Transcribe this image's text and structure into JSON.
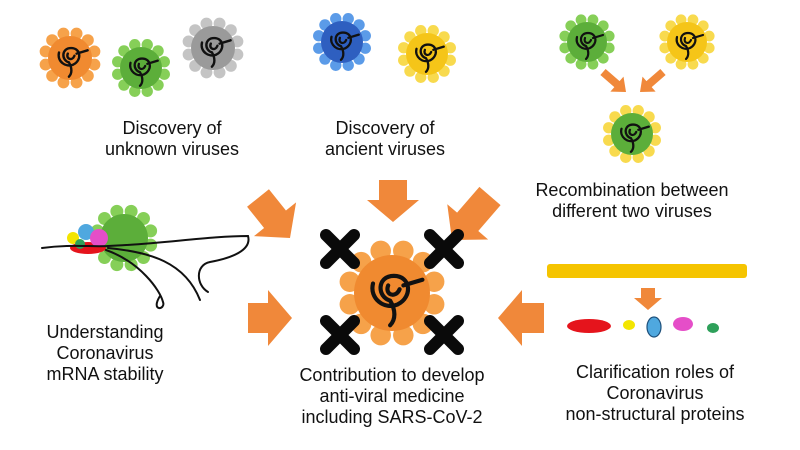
{
  "colors": {
    "orange": "#F08A30",
    "green": "#5CAE3A",
    "gray": "#9A9A9A",
    "blue": "#2E5FC0",
    "yellow": "#F5C518",
    "spike_orange": "#F6A24A",
    "spike_green": "#86CF58",
    "spike_gray": "#C4C4C4",
    "spike_blue": "#5B9BE8",
    "spike_yellow": "#F8DA4E",
    "arrow": "#F0883A",
    "bar": "#F5C400",
    "protein_red": "#E5141C",
    "protein_yellow": "#F3E500",
    "protein_blue": "#4FA8DF",
    "protein_magenta": "#E54EC8",
    "protein_green": "#2EA05A"
  },
  "labels": {
    "unknown": [
      "Discovery of",
      "unknown viruses"
    ],
    "ancient": [
      "Discovery of",
      "ancient viruses"
    ],
    "recombination": [
      "Recombination between",
      "different two viruses"
    ],
    "mrna": [
      "Understanding",
      "Coronavirus",
      "mRNA stability"
    ],
    "center": [
      "Contribution to develop",
      "anti-viral medicine",
      "including SARS-CoV-2"
    ],
    "nsp": [
      "Clarification roles of",
      "Coronavirus",
      "non-structural proteins"
    ]
  }
}
